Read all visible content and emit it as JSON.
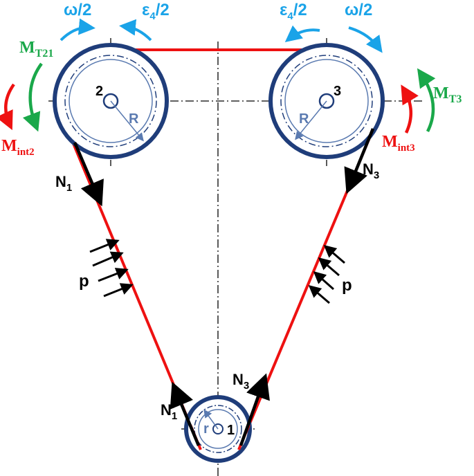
{
  "colors": {
    "pulley": "#1f3d7a",
    "inner": "#5a7ab0",
    "belt": "#ee1111",
    "angular": "#1aa3e8",
    "moment_t": "#1aa84a",
    "moment_int": "#ee1111",
    "force": "#000000"
  },
  "labels": {
    "omega_left": "ω/2",
    "omega_right": "ω/2",
    "eps_left_base": "ε",
    "eps_left_sub": "4",
    "eps_left_tail": "/2",
    "eps_right_base": "ε",
    "eps_right_sub": "4",
    "eps_right_tail": "/2",
    "mt21_base": "M",
    "mt21_sub": "T21",
    "mt3_base": "M",
    "mt3_sub": "T3",
    "mint2_base": "M",
    "mint2_sub": "int2",
    "mint3_base": "M",
    "mint3_sub": "int3",
    "pulley_2": "2",
    "pulley_3": "3",
    "pulley_1": "1",
    "radius_big_left": "R",
    "radius_big_right": "R",
    "radius_small": "r",
    "n1_top_base": "N",
    "n1_top_sub": "1",
    "n3_top_base": "N",
    "n3_top_sub": "3",
    "n1_bottom_base": "N",
    "n1_bottom_sub": "1",
    "n3_bottom_base": "N",
    "n3_bottom_sub": "3",
    "p_left": "p",
    "p_right": "p"
  }
}
